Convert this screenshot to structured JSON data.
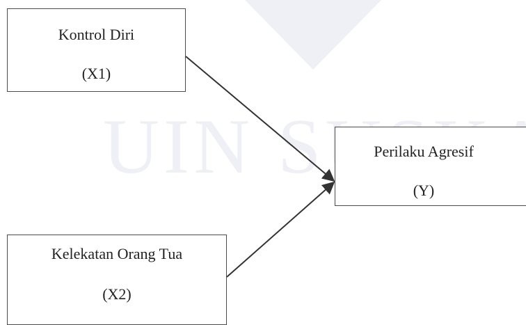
{
  "watermark": {
    "text": "UIN SUSKA RIAU",
    "color": "#eef0f6"
  },
  "nodes": {
    "x1": {
      "label": "Kontrol Diri",
      "code": "(X1)"
    },
    "x2": {
      "label": "Kelekatan Orang Tua",
      "code": "(X2)"
    },
    "y": {
      "label": "Perilaku Agresif",
      "code": "(Y)"
    }
  },
  "edges": [
    {
      "from": "x1",
      "to": "y"
    },
    {
      "from": "x2",
      "to": "y"
    }
  ],
  "colors": {
    "border": "#4a4a4a",
    "arrow": "#333333",
    "text": "#222222"
  }
}
